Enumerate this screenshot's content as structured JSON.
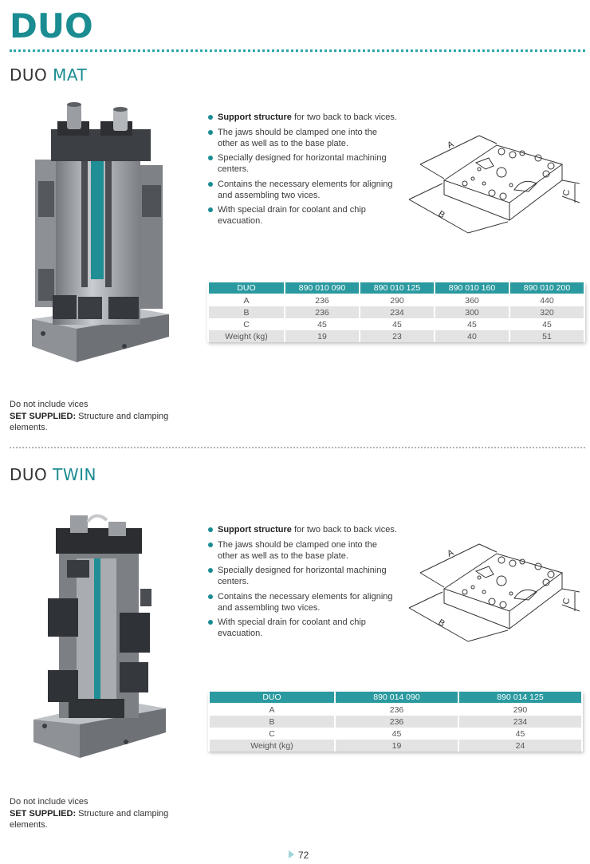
{
  "page_title": "DUO",
  "page_number": "72",
  "colors": {
    "accent": "#1a8c92",
    "table_header": "#2a9aa0",
    "row_alt": "#e3e3e3"
  },
  "sections": [
    {
      "title_prefix": "DUO",
      "title_accent": "MAT",
      "photo_icon": "duo-mat-vise-photo",
      "drawing_icon": "base-plate-drawing",
      "drawing_labels": {
        "a": "A",
        "b": "B",
        "c": "C"
      },
      "features": [
        {
          "bold": "Support structure",
          "text": " for two back to back vices."
        },
        {
          "bold": "",
          "text": "The jaws should be clamped one into the other as well as to the base plate."
        },
        {
          "bold": "",
          "text": "Specially designed for horizontal machining centers."
        },
        {
          "bold": "",
          "text": "Contains the necessary elements for aligning and assembling two vices."
        },
        {
          "bold": "",
          "text": "With special drain for coolant and chip evacuation."
        }
      ],
      "table": {
        "headers": [
          "DUO",
          "890 010 090",
          "890 010 125",
          "890 010 160",
          "890 010 200"
        ],
        "rows": [
          [
            "A",
            "236",
            "290",
            "360",
            "440"
          ],
          [
            "B",
            "236",
            "234",
            "300",
            "320"
          ],
          [
            "C",
            "45",
            "45",
            "45",
            "45"
          ],
          [
            "Weight (kg)",
            "19",
            "23",
            "40",
            "51"
          ]
        ]
      },
      "note": "Do not include vices",
      "supplied_label": "SET SUPPLIED:",
      "supplied_text": " Structure and clamping elements."
    },
    {
      "title_prefix": "DUO",
      "title_accent": "TWIN",
      "photo_icon": "duo-twin-vise-photo",
      "drawing_icon": "base-plate-drawing",
      "drawing_labels": {
        "a": "A",
        "b": "B",
        "c": "C"
      },
      "features": [
        {
          "bold": "Support structure",
          "text": " for two back to back vices."
        },
        {
          "bold": "",
          "text": "The jaws should be clamped one into the other as well as to the base plate."
        },
        {
          "bold": "",
          "text": "Specially designed for horizontal machining centers."
        },
        {
          "bold": "",
          "text": "Contains the necessary elements for aligning and assembling two vices."
        },
        {
          "bold": "",
          "text": "With special drain for coolant and chip evacuation."
        }
      ],
      "table": {
        "headers": [
          "DUO",
          "890 014 090",
          "890 014 125"
        ],
        "rows": [
          [
            "A",
            "236",
            "290"
          ],
          [
            "B",
            "236",
            "234"
          ],
          [
            "C",
            "45",
            "45"
          ],
          [
            "Weight (kg)",
            "19",
            "24"
          ]
        ]
      },
      "note": "Do not include vices",
      "supplied_label": "SET SUPPLIED:",
      "supplied_text": " Structure and clamping elements."
    }
  ]
}
